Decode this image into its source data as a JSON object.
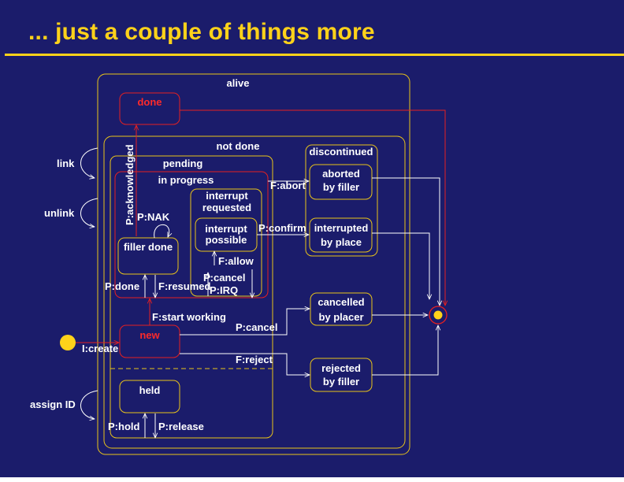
{
  "title": "... just a couple of things more",
  "states": {
    "alive": "alive",
    "done": "done",
    "not_done": "not done",
    "pending": "pending",
    "in_progress": "in progress",
    "filler_done": "filler done",
    "interrupt_requested": [
      "interrupt",
      "requested"
    ],
    "interrupt_possible": [
      "interrupt",
      "possible"
    ],
    "discontinued": "discontinued",
    "aborted_by_filler": [
      "aborted",
      "by filler"
    ],
    "interrupted_by_place": [
      "interrupted",
      "by place"
    ],
    "cancelled_by_placer": [
      "cancelled",
      "by placer"
    ],
    "rejected_by_filler": [
      "rejected",
      "by filler"
    ],
    "new": "new",
    "held": "held"
  },
  "transitions": {
    "link": "link",
    "unlink": "unlink",
    "assign_id": "assign ID",
    "p_acknowledged": "P:acknowledged",
    "p_nak": "P:NAK",
    "f_abort": "F:abort",
    "p_confirm": "P:confirm",
    "f_allow": "F:allow",
    "p_cancel_irq": "P:cancel",
    "p_irq": "P:IRQ",
    "p_done": "P:done",
    "f_resumed": "F:resumed",
    "f_start_working": "F:start working",
    "p_cancel": "P:cancel",
    "f_reject": "F:reject",
    "i_create": "I:create",
    "p_hold": "P:hold",
    "p_release": "P:release"
  },
  "colors": {
    "background": "#1b1c6b",
    "accent": "#ffd21a",
    "state_border": "#e8c31a",
    "highlight": "#e62020",
    "text": "#ffffff"
  }
}
